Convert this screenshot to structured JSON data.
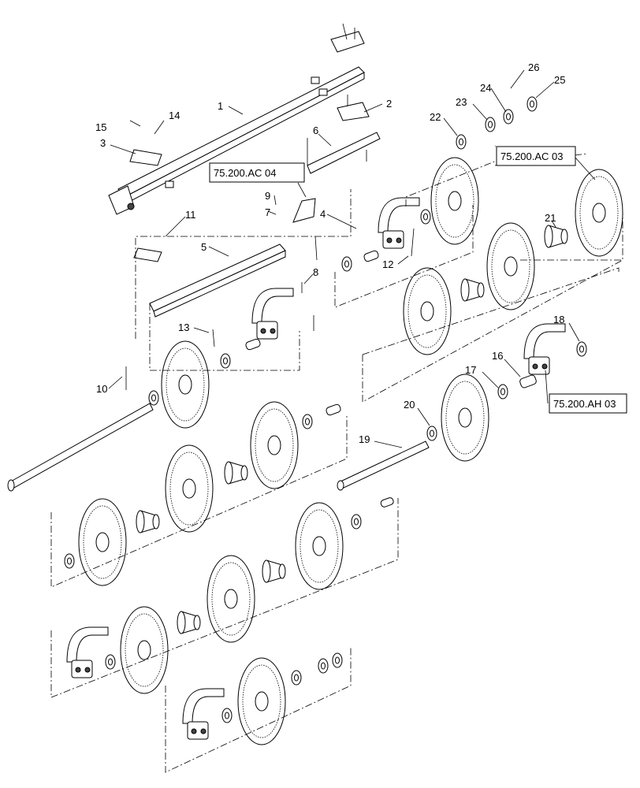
{
  "callouts": {
    "n1": "1",
    "n2": "2",
    "n3": "3",
    "n4": "4",
    "n5": "5",
    "n6": "6",
    "n7": "7",
    "n8": "8",
    "n9": "9",
    "n10": "10",
    "n11": "11",
    "n12": "12",
    "n13": "13",
    "n14": "14",
    "n15": "15",
    "n16": "16",
    "n17": "17",
    "n18": "18",
    "n19": "19",
    "n20": "20",
    "n21": "21",
    "n22": "22",
    "n23": "23",
    "n24": "24",
    "n25": "25",
    "n26": "26"
  },
  "references": {
    "ref_ac04": "75.200.AC 04",
    "ref_ac03": "75.200.AC 03",
    "ref_ah03": "75.200.AH 03"
  }
}
